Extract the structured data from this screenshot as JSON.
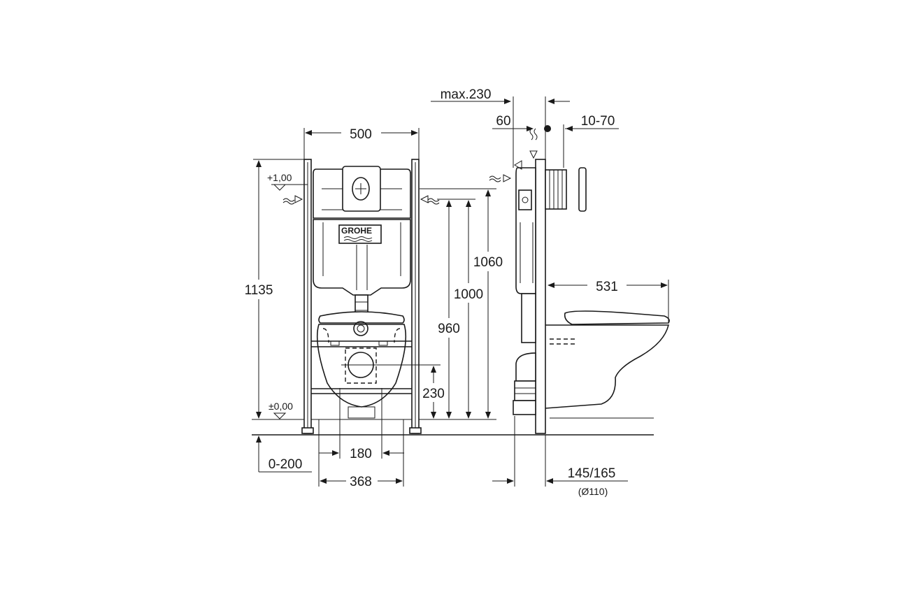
{
  "brand": "GROHE",
  "dimensions": {
    "width_frame": "500",
    "height_total": "1135",
    "height_1060": "1060",
    "height_1000": "1000",
    "height_960": "960",
    "height_230": "230",
    "width_180": "180",
    "width_368": "368",
    "floor_offset": "0-200",
    "max_depth": "max.230",
    "depth_60": "60",
    "wall_10_70": "10-70",
    "projection": "531",
    "pipe": "145/165",
    "pipe_diameter": "(Ø110)"
  },
  "levels": {
    "top": "+1,00",
    "floor": "±0,00"
  },
  "colors": {
    "line": "#1a1a1a",
    "background": "#ffffff"
  }
}
